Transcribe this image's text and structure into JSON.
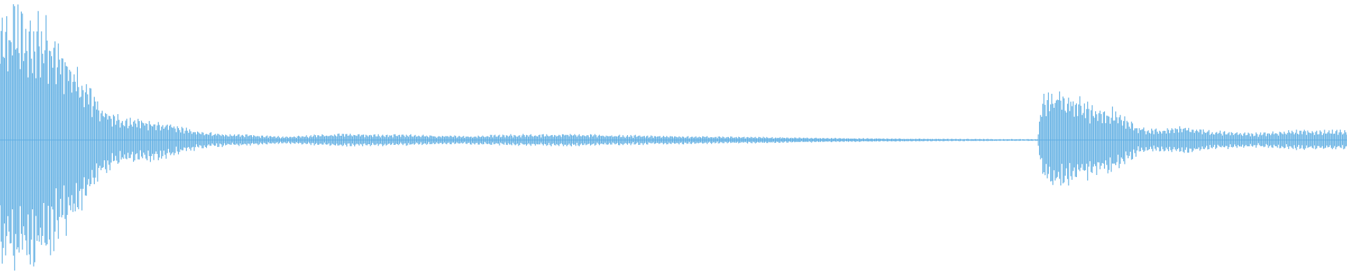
{
  "waveform": {
    "color": "#5dade2",
    "background": "#ffffff",
    "amplitude_envelope": [
      {
        "t": 0.0,
        "a": 0.94
      },
      {
        "t": 0.012,
        "a": 0.96
      },
      {
        "t": 0.03,
        "a": 0.88
      },
      {
        "t": 0.045,
        "a": 0.72
      },
      {
        "t": 0.06,
        "a": 0.5
      },
      {
        "t": 0.075,
        "a": 0.26
      },
      {
        "t": 0.09,
        "a": 0.17
      },
      {
        "t": 0.11,
        "a": 0.15
      },
      {
        "t": 0.125,
        "a": 0.13
      },
      {
        "t": 0.14,
        "a": 0.08
      },
      {
        "t": 0.16,
        "a": 0.05
      },
      {
        "t": 0.185,
        "a": 0.04
      },
      {
        "t": 0.21,
        "a": 0.025
      },
      {
        "t": 0.25,
        "a": 0.045
      },
      {
        "t": 0.3,
        "a": 0.04
      },
      {
        "t": 0.34,
        "a": 0.03
      },
      {
        "t": 0.38,
        "a": 0.04
      },
      {
        "t": 0.42,
        "a": 0.045
      },
      {
        "t": 0.47,
        "a": 0.035
      },
      {
        "t": 0.52,
        "a": 0.028
      },
      {
        "t": 0.57,
        "a": 0.022
      },
      {
        "t": 0.62,
        "a": 0.015
      },
      {
        "t": 0.68,
        "a": 0.01
      },
      {
        "t": 0.74,
        "a": 0.007
      },
      {
        "t": 0.77,
        "a": 0.006
      },
      {
        "t": 0.774,
        "a": 0.3
      },
      {
        "t": 0.784,
        "a": 0.38
      },
      {
        "t": 0.8,
        "a": 0.3
      },
      {
        "t": 0.815,
        "a": 0.25
      },
      {
        "t": 0.83,
        "a": 0.22
      },
      {
        "t": 0.845,
        "a": 0.1
      },
      {
        "t": 0.86,
        "a": 0.08
      },
      {
        "t": 0.88,
        "a": 0.1
      },
      {
        "t": 0.9,
        "a": 0.07
      },
      {
        "t": 0.93,
        "a": 0.05
      },
      {
        "t": 0.96,
        "a": 0.07
      },
      {
        "t": 1.0,
        "a": 0.07
      }
    ]
  }
}
